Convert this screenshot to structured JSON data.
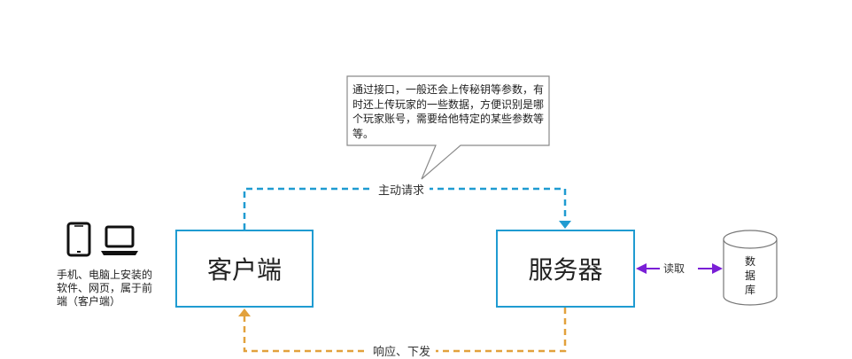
{
  "diagram": {
    "client_label": "客户端",
    "server_label": "服务器",
    "request_label": "主动请求",
    "response_label": "响应、下发",
    "read_label": "读取",
    "database_label": "数据库",
    "callout_text": "通过接口，一般还会上传秘钥等参数，有时还上传玩家的一些数据，方便识别是哪个玩家账号，需要给他特定的某些参数等等。",
    "device_note": "手机、电脑上安装的软件、网页，属于前端（客户端）",
    "icons": [
      "phone-icon",
      "laptop-icon"
    ],
    "colors": {
      "box_border": "#1f9bd1",
      "request_arrow": "#1f9bd1",
      "response_arrow": "#e2a13c",
      "read_arrow": "#7a1fd6",
      "callout_border": "#8a8a8a"
    }
  }
}
